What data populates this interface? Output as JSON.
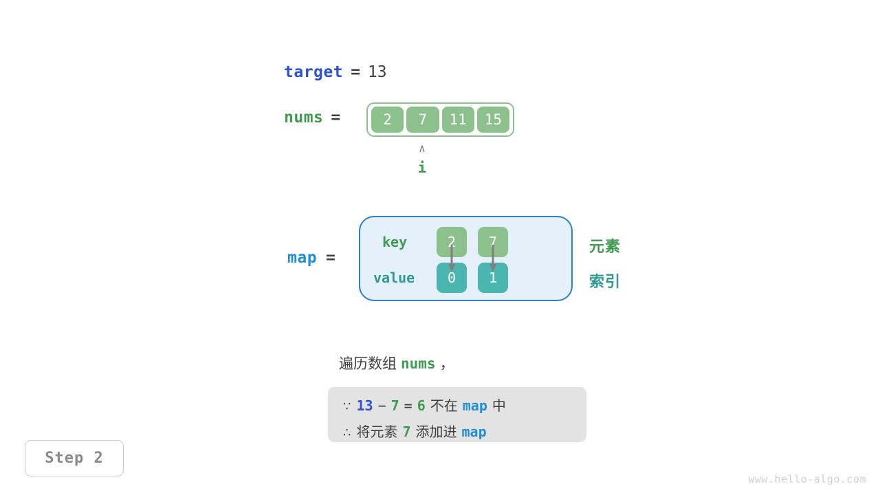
{
  "target": {
    "name": "target",
    "equals": "=",
    "value": "13"
  },
  "nums": {
    "name": "nums",
    "equals": "=",
    "cells": [
      "2",
      "7",
      "11",
      "15"
    ]
  },
  "pointer": {
    "caret": "∧",
    "label": "i",
    "index": 1
  },
  "map": {
    "name": "map",
    "equals": "=",
    "row_labels": {
      "key": "key",
      "value": "value"
    },
    "entries": [
      {
        "key": "2",
        "value": "0"
      },
      {
        "key": "7",
        "value": "1"
      }
    ],
    "annotations": {
      "element": "元素",
      "index": "索引"
    }
  },
  "caption": {
    "prefix": "遍历数组",
    "code": "nums",
    "suffix": "，"
  },
  "explanation": {
    "line1": {
      "symbol": "∵",
      "a": "13",
      "operator": "−",
      "b": "7",
      "equals": "=",
      "result": "6",
      "text": "不在",
      "map": "map",
      "tail": "中"
    },
    "line2": {
      "symbol": "∴",
      "text": "将元素",
      "value": "7",
      "text2": "添加进",
      "map": "map"
    }
  },
  "step_badge": "Step 2",
  "watermark": "www.hello-algo.com",
  "colors": {
    "blue_dark": "#2c52d4",
    "blue_light": "#1f8fd8",
    "green": "#3e9b4f",
    "green_fill": "#8cc08c",
    "teal": "#4bb6b0",
    "teal_text": "#2f9a94",
    "map_bg": "#e4f1fb",
    "map_border": "#2e7fd0",
    "box_bg": "#e3e3e3",
    "gray_text": "#3f3f3f",
    "arrow": "#808080"
  }
}
